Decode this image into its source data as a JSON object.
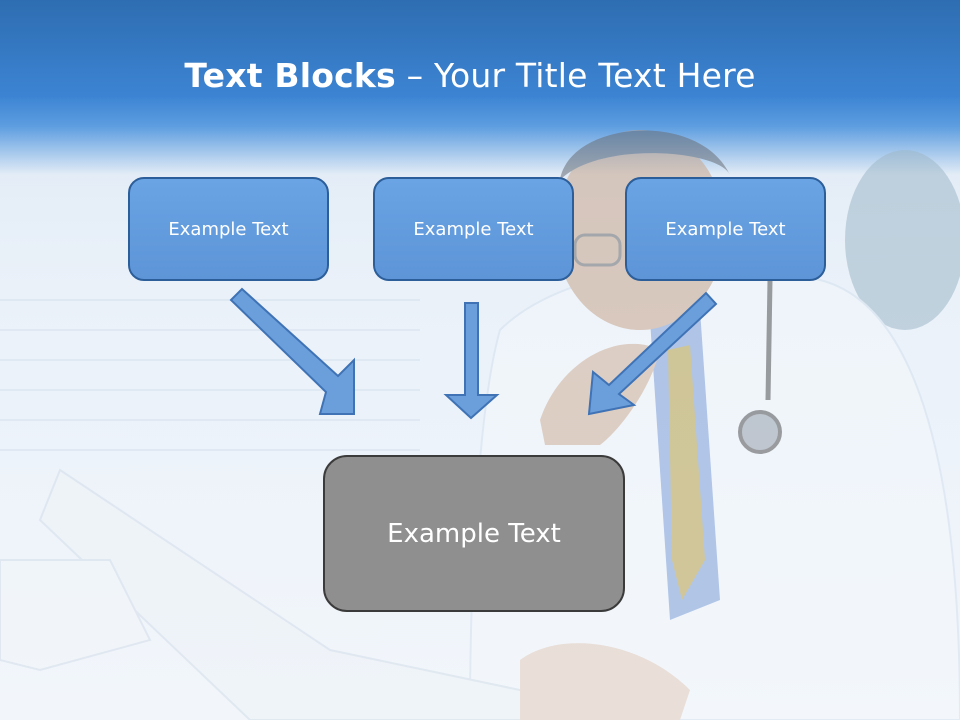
{
  "slide": {
    "title_bold": "Text Blocks",
    "title_sep": " – ",
    "title_rest": "Your Title Text Here"
  },
  "boxes": {
    "top_left": "Example Text",
    "top_center": "Example Text",
    "top_right": "Example Text",
    "bottom": "Example Text"
  },
  "colors": {
    "header_blue": "#3c84d3",
    "box_fill": "#6aa4e4",
    "box_border": "#2c5e9a",
    "bottom_box_fill": "#8f8f8f",
    "arrow_fill": "#6a9fdc"
  }
}
